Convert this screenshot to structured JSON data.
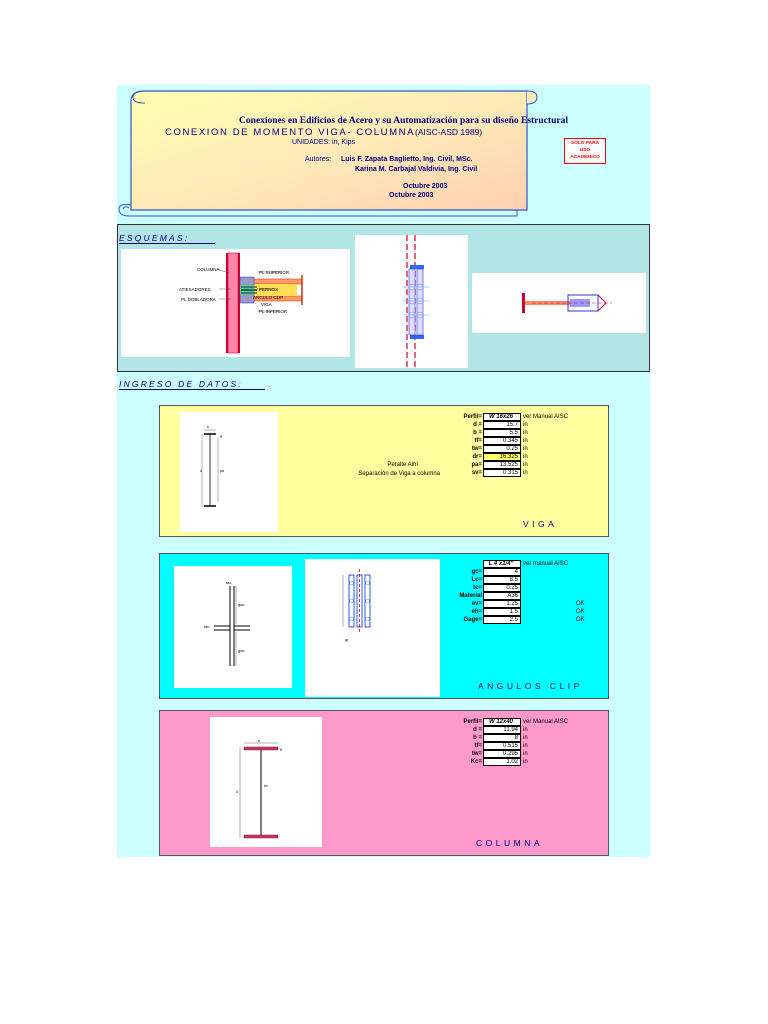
{
  "header": {
    "title": "Conexiones en Edificios de Acero y su Automatización para su diseño Estructural",
    "subtitle": "CONEXION DE MOMENTO VIGA- COLUMNA",
    "subtitle_paren": "(AISC-ASD 1989)",
    "units": "UNIDADES: in, Kips",
    "authors_label": "Autores:",
    "author1": "Luis F. Zapata Baglietto, Ing. Civil, MSc.",
    "author2": "Karina M. Carbajal Valdivia, Ing. Civil",
    "date1": "Octubre 2003",
    "date2": "Octubre 2003",
    "badge_lines": [
      "SOLO PARA",
      "USO",
      "ACADÉMICO"
    ]
  },
  "esquemas": {
    "label": "ESQUEMAS:",
    "diagram_labels": {
      "columna": "COLUMNA",
      "atiesadores": "ATIESADORES",
      "dobladora": "PL DOBLADORA",
      "superior": "PL SUPERIOR",
      "pernos": "PERNOS",
      "angulo_clip": "ANGULO CLIP",
      "viga": "VIGA",
      "inferior": "PL INFERIOR"
    }
  },
  "ingreso": {
    "label": "INGRESO DE DATOS:"
  },
  "viga": {
    "title": "VIGA",
    "rows": [
      {
        "label": "Perfil=",
        "value": "W 16x26",
        "unit": "ver Manual AISC",
        "head": true
      },
      {
        "label": "d =",
        "value": "15.7",
        "unit": "in"
      },
      {
        "label": "b =",
        "value": "5.5",
        "unit": "in"
      },
      {
        "label": "tf=",
        "value": "0.345",
        "unit": "in"
      },
      {
        "label": "tw=",
        "value": "0.25",
        "unit": "in"
      },
      {
        "label": "dr=",
        "value": "16.325",
        "unit": "in",
        "highlight": true
      },
      {
        "label": "pa=",
        "value": "13.525",
        "unit": "in"
      },
      {
        "label": "sv=",
        "value": "0.315",
        "unit": "in"
      }
    ],
    "side_labels": [
      "Peralte Alm",
      "Separación de Viga a columna"
    ]
  },
  "angulos": {
    "title": "ANGULOS CLIP",
    "rows": [
      {
        "label": "",
        "value": "L 4 x1/4\"",
        "unit": "ver manual AISC",
        "head": true
      },
      {
        "label": "gc=",
        "value": "4",
        "unit": ""
      },
      {
        "label": "Lc=",
        "value": "8.5",
        "unit": ""
      },
      {
        "label": "tc=",
        "value": "0.25",
        "unit": ""
      },
      {
        "label": "Material",
        "value": "A36",
        "unit": ""
      },
      {
        "label": "ev=",
        "value": "1.25",
        "unit": "",
        "ok": "OK"
      },
      {
        "label": "eh=",
        "value": "1.5",
        "unit": "",
        "ok": "OK"
      },
      {
        "label": "Gage=",
        "value": "2.5",
        "unit": "",
        "ok": "OK"
      }
    ]
  },
  "columna": {
    "title": "COLUMNA",
    "rows": [
      {
        "label": "Perfil=",
        "value": "W 12x40",
        "unit": "ver Manual AISC",
        "head": true
      },
      {
        "label": "d =",
        "value": "11.94",
        "unit": "in"
      },
      {
        "label": "b =",
        "value": "8",
        "unit": "in"
      },
      {
        "label": "tf=",
        "value": "0.515",
        "unit": "in"
      },
      {
        "label": "tw=",
        "value": "0.295",
        "unit": "in"
      },
      {
        "label": "Kc=",
        "value": "1.02",
        "unit": "in"
      }
    ]
  },
  "colors": {
    "sheet_bg": "#ccffff",
    "viga_bg": "#ffffa0",
    "angulos_bg": "#00ffff",
    "columna_bg": "#ff99cc",
    "accent": "#000080"
  }
}
